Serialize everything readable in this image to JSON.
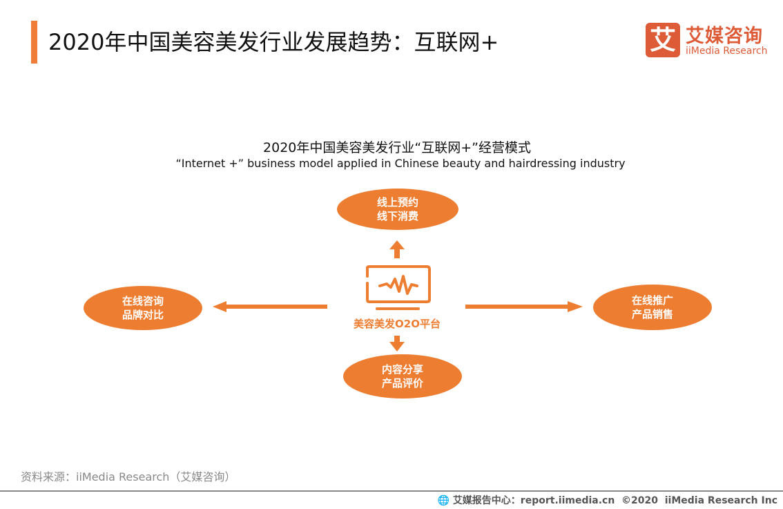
{
  "header": {
    "title": "2020年中国美容美发行业发展趋势：互联网+"
  },
  "logo": {
    "mark": "艾",
    "cn": "艾媒咨询",
    "en": "iiMedia Research"
  },
  "diagram": {
    "title": "2020年中国美容美发行业“互联网+”经营模式",
    "subtitle": "“Internet +” business model applied in Chinese beauty and hairdressing industry",
    "center_label": "美容美发O2O平台",
    "nodes": {
      "top": {
        "line1": "线上预约",
        "line2": "线下消费"
      },
      "left": {
        "line1": "在线咨询",
        "line2": "品牌对比"
      },
      "right": {
        "line1": "在线推广",
        "line2": "产品销售"
      },
      "bottom": {
        "line1": "内容分享",
        "line2": "产品评价"
      }
    },
    "accent": "#ed7d31"
  },
  "source": "资料来源：iiMedia Research（艾媒咨询）",
  "footer": "艾媒报告中心：report.iimedia.cn  ©2020  iiMedia Research Inc"
}
